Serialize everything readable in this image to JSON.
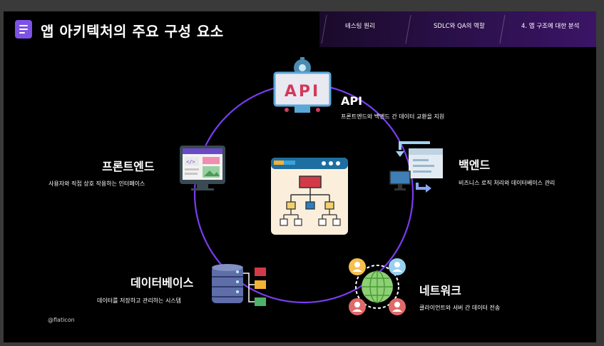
{
  "header": {
    "title": "앱 아키텍처의 주요 구성 요소",
    "nav": [
      {
        "label": "테스팅 원리"
      },
      {
        "label": "SDLC와 QA의 역할"
      },
      {
        "label": "4. 앱 구조에 대한 분석"
      }
    ]
  },
  "nodes": {
    "api": {
      "title": "API",
      "desc": "프론트엔드와 백엔드 간 데이터 교환을 지원",
      "icon": "api-icon",
      "icon_text": "API"
    },
    "backend": {
      "title": "백엔드",
      "desc": "비즈니스 로직 처리와 데이터베이스 관리",
      "icon": "server-sync-icon"
    },
    "network": {
      "title": "네트워크",
      "desc": "클라이언트와 서버 간 데이터 전송",
      "icon": "network-globe-icon"
    },
    "database": {
      "title": "데이터베이스",
      "desc": "데이터를 저장하고 관리하는 시스템",
      "icon": "database-icon"
    },
    "frontend": {
      "title": "프론트엔드",
      "desc": "사용자와 직접 상호 작용하는 인터페이스",
      "icon": "web-ui-icon"
    }
  },
  "center": {
    "icon": "architecture-diagram-icon"
  },
  "credit": "@flaticon",
  "colors": {
    "accent": "#7d52e6",
    "ring": "#7a3cf0",
    "background": "#000000"
  }
}
